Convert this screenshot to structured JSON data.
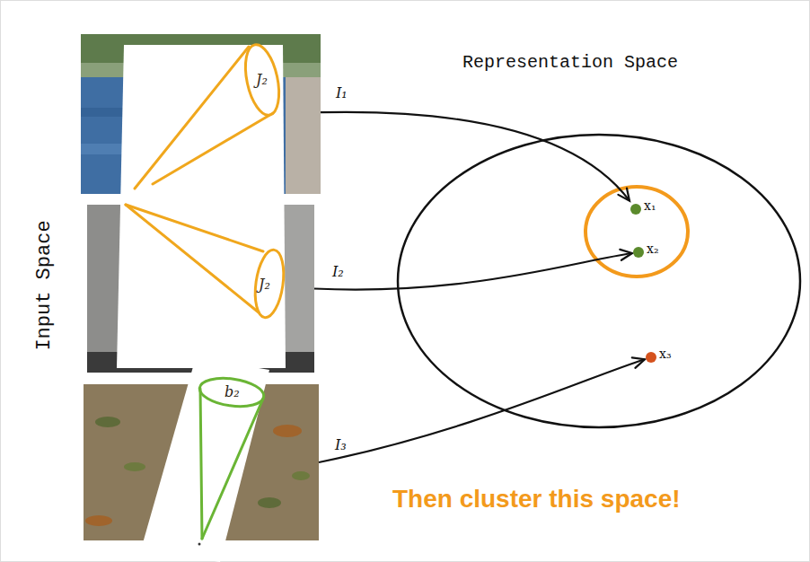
{
  "diagram": {
    "nodes": [
      {
        "text": [
          "J₂"
        ]
      },
      {
        "text": [
          "J₂"
        ]
      },
      {
        "text": [
          "b₂"
        ]
      },
      {
        "text": [
          "Representation Space"
        ]
      },
      {
        "text": [
          "x₁"
        ],
        "in": 3
      },
      {
        "text": [
          "x₂"
        ],
        "in": 3
      },
      {
        "text": [
          "x₃"
        ],
        "in": 3
      }
    ],
    "edges": [
      {
        "from": 0,
        "to": 4,
        "label": "I₁",
        "arrow": "to"
      },
      {
        "from": 1,
        "to": 5,
        "label": "I₂",
        "arrow": "to"
      },
      {
        "from": 2,
        "to": 6,
        "label": "I₃",
        "arrow": "to"
      }
    ],
    "labels": [
      "Input Space",
      "Then cluster this space!"
    ]
  }
}
